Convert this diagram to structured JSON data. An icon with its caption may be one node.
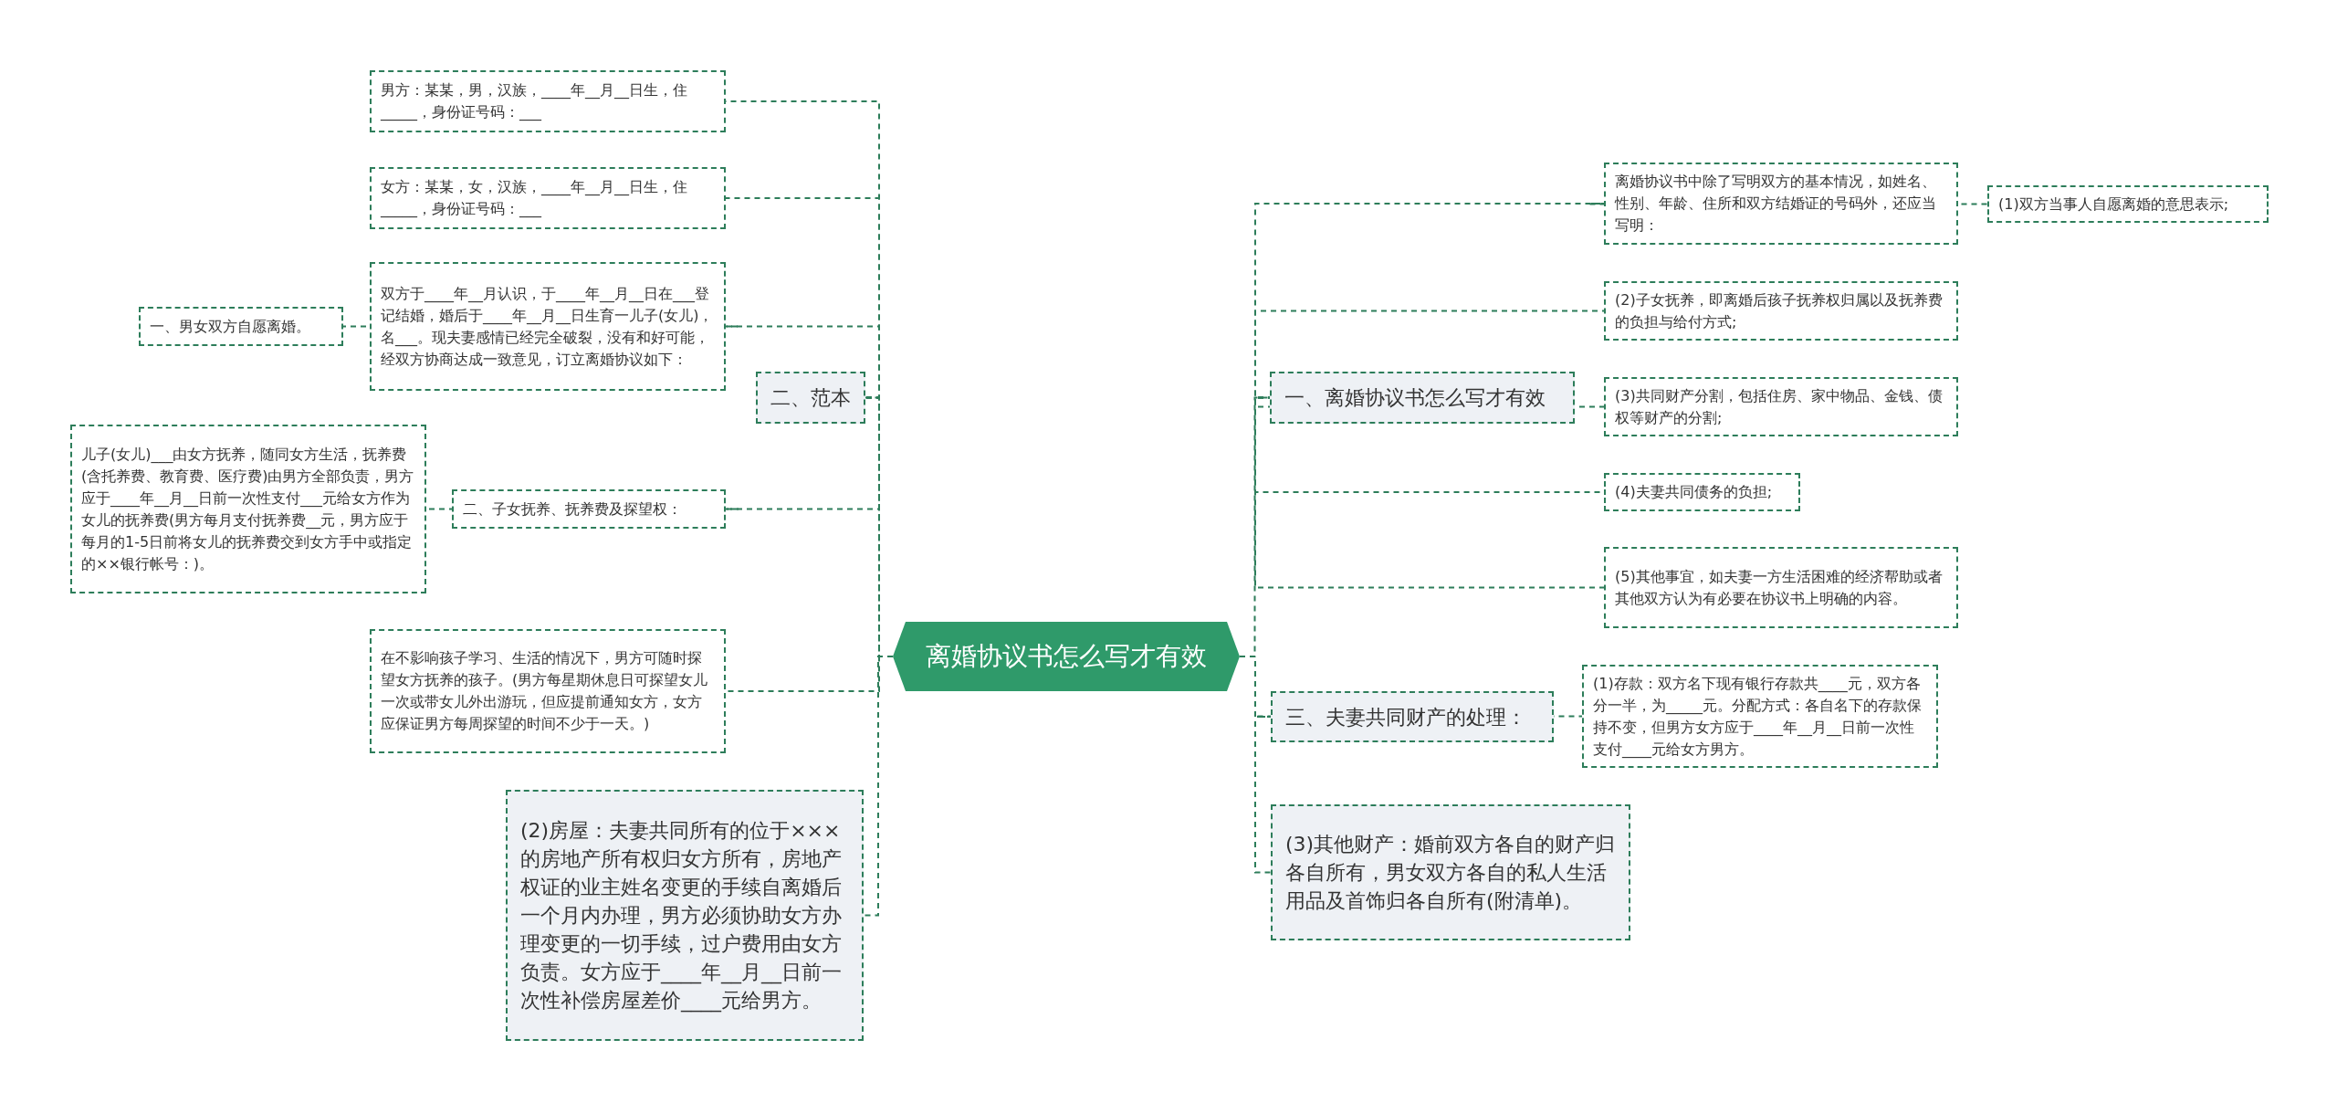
{
  "diagram": {
    "nodes": [
      {
        "text": [
          "离婚协议书怎么写才有效"
        ]
      },
      {
        "text": [
          "二、范本"
        ]
      },
      {
        "text": [
          "男方：某某，男，汉族，____年__月__日生，住_____，身份证号码：___"
        ]
      },
      {
        "text": [
          "女方：某某，女，汉族，____年__月__日生，住_____，身份证号码：___"
        ]
      },
      {
        "text": [
          "双方于____年__月认识，于____年__月__日在___登记结婚，婚后于____年__月__日生育一儿子(女儿)，名___。现夫妻感情已经完全破裂，没有和好可能，经双方协商达成一致意见，订立离婚协议如下："
        ]
      },
      {
        "text": [
          "一、男女双方自愿离婚。"
        ]
      },
      {
        "text": [
          "二、子女抚养、抚养费及探望权："
        ]
      },
      {
        "text": [
          "儿子(女儿)___由女方抚养，随同女方生活，抚养费(含托养费、教育费、医疗费)由男方全部负责，男方应于____年__月__日前一次性支付___元给女方作为女儿的抚养费(男方每月支付抚养费__元，男方应于每月的1-5日前将女儿的抚养费交到女方手中或指定的××银行帐号：)。"
        ]
      },
      {
        "text": [
          "在不影响孩子学习、生活的情况下，男方可随时探望女方抚养的孩子。(男方每星期休息日可探望女儿一次或带女儿外出游玩，但应提前通知女方，女方应保证男方每周探望的时间不少于一天。)"
        ]
      },
      {
        "text": [
          "(2)房屋：夫妻共同所有的位于×××的房地产所有权归女方所有，房地产权证的业主姓名变更的手续自离婚后一个月内办理，男方必须协助女方办理变更的一切手续，过户费用由女方负责。女方应于____年__月__日前一次性补偿房屋差价____元给男方。"
        ]
      },
      {
        "text": [
          "一、离婚协议书怎么写才有效"
        ]
      },
      {
        "text": [
          "离婚协议书中除了写明双方的基本情况，如姓名、性别、年龄、住所和双方结婚证的号码外，还应当写明："
        ]
      },
      {
        "text": [
          "(1)双方当事人自愿离婚的意思表示;"
        ]
      },
      {
        "text": [
          "(2)子女抚养，即离婚后孩子抚养权归属以及抚养费的负担与给付方式;"
        ]
      },
      {
        "text": [
          "(3)共同财产分割，包括住房、家中物品、金钱、债权等财产的分割;"
        ]
      },
      {
        "text": [
          "(4)夫妻共同债务的负担;"
        ]
      },
      {
        "text": [
          "(5)其他事宜，如夫妻一方生活困难的经济帮助或者其他双方认为有必要在协议书上明确的内容。"
        ]
      },
      {
        "text": [
          "三、夫妻共同财产的处理："
        ]
      },
      {
        "text": [
          "(1)存款：双方名下现有银行存款共____元，双方各分一半，为_____元。分配方式：各自名下的存款保持不变，但男方女方应于____年__月__日前一次性支付____元给女方男方。"
        ]
      },
      {
        "text": [
          "(3)其他财产：婚前双方各自的财产归各自所有，男女双方各自的私人生活用品及首饰归各自所有(附清单)。"
        ]
      }
    ],
    "edges": [
      {
        "from": 0,
        "to": 1,
        "arrow": "none"
      },
      {
        "from": 1,
        "to": 2,
        "arrow": "none"
      },
      {
        "from": 1,
        "to": 3,
        "arrow": "none"
      },
      {
        "from": 1,
        "to": 4,
        "arrow": "none"
      },
      {
        "from": 4,
        "to": 5,
        "arrow": "none"
      },
      {
        "from": 1,
        "to": 6,
        "arrow": "none"
      },
      {
        "from": 6,
        "to": 7,
        "arrow": "none"
      },
      {
        "from": 1,
        "to": 8,
        "arrow": "none"
      },
      {
        "from": 0,
        "to": 9,
        "arrow": "none"
      },
      {
        "from": 0,
        "to": 10,
        "arrow": "none"
      },
      {
        "from": 10,
        "to": 11,
        "arrow": "none"
      },
      {
        "from": 11,
        "to": 12,
        "arrow": "none"
      },
      {
        "from": 10,
        "to": 13,
        "arrow": "none"
      },
      {
        "from": 10,
        "to": 14,
        "arrow": "none"
      },
      {
        "from": 10,
        "to": 15,
        "arrow": "none"
      },
      {
        "from": 10,
        "to": 16,
        "arrow": "none"
      },
      {
        "from": 0,
        "to": 17,
        "arrow": "none"
      },
      {
        "from": 17,
        "to": 18,
        "arrow": "none"
      },
      {
        "from": 0,
        "to": 19,
        "arrow": "none"
      }
    ]
  }
}
